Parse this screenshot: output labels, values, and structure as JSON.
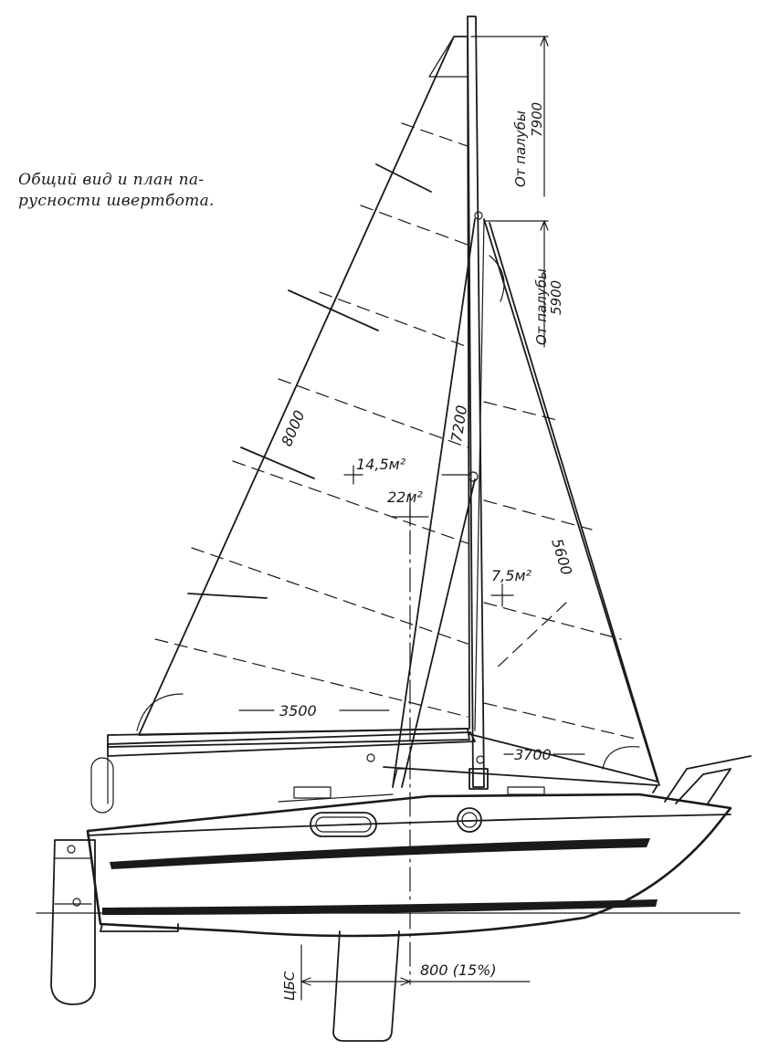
{
  "caption": {
    "line1": "Общий вид и план па-",
    "line2": "русности швертбота."
  },
  "dimensions": {
    "mast_height_label_1": "От палубы",
    "mast_height_value_1": "7900",
    "forestay_height_label": "От палубы",
    "forestay_height_value": "5900",
    "mainsail_luff": "8000",
    "jib_luff": "7200",
    "jib_leech": "5600",
    "boom_length": "3500",
    "jib_foot": "3700",
    "mainsail_area": "14,5м²",
    "total_area": "22м²",
    "jib_area": "7,5м²",
    "clr_label": "ЦБС",
    "clr_offset": "800 (15%)"
  },
  "colors": {
    "ink": "#1a1a1a",
    "paper": "#ffffff"
  }
}
